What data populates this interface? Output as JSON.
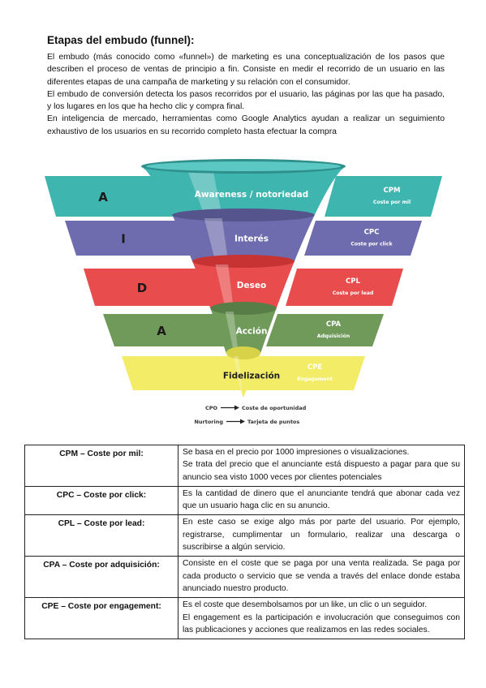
{
  "intro": {
    "title": "Etapas del embudo (funnel):",
    "paragraphs": [
      "El embudo (más conocido como «funnel») de marketing es una conceptualización de los pasos que describen el proceso de ventas de principio a fin. Consiste en medir el recorrido de un usuario en las diferentes etapas de una campaña de marketing y su relación con el consumidor.",
      "El embudo de conversión detecta los pasos recorridos por el usuario, las páginas por las que ha pasado, y los lugares en los que ha hecho clic y compra final.",
      "En inteligencia de mercado, herramientas como Google Analytics ayudan a realizar un seguimiento exhaustivo de los usuarios en su recorrido completo hasta efectuar la compra"
    ]
  },
  "funnel": {
    "stages": [
      {
        "letter": "A",
        "label": "Awareness / notoriedad",
        "metric": "CPM",
        "metric_desc": "Coste por mil",
        "color": "#3fb5b0",
        "dark": "#2e8f8b"
      },
      {
        "letter": "I",
        "label": "Interés",
        "metric": "CPC",
        "metric_desc": "Coste por click",
        "color": "#6e6cae",
        "dark": "#55548c"
      },
      {
        "letter": "D",
        "label": "Deseo",
        "metric": "CPL",
        "metric_desc": "Coste por lead",
        "color": "#e84c4c",
        "dark": "#c73333"
      },
      {
        "letter": "A",
        "label": "Acción",
        "metric": "CPA",
        "metric_desc": "Adquisición",
        "color": "#6f9a5a",
        "dark": "#587d46"
      },
      {
        "letter": "",
        "label": "Fidelización",
        "metric": "CPE",
        "metric_desc": "Engagement",
        "color": "#f2ec66",
        "dark": "#d8d248"
      }
    ],
    "legend": [
      {
        "key": "CPO",
        "value": "Coste de oportunidad"
      },
      {
        "key": "Nurtoring",
        "value": "Tarjeta de puntos"
      }
    ]
  },
  "glossary": [
    {
      "term": "CPM – Coste por mil:",
      "lines": [
        "Se basa en el precio por 1000 impresiones o visualizaciones.",
        "Se trata del precio que el anunciante está dispuesto a pagar para que su anuncio sea visto 1000 veces por clientes potenciales"
      ]
    },
    {
      "term": "CPC – Coste por click:",
      "lines": [
        "Es la cantidad de dinero que el anunciante tendrá que abonar cada vez que un usuario haga clic en su anuncio."
      ]
    },
    {
      "term": "CPL – Coste por lead:",
      "lines": [
        "En este caso se exige algo más por parte del usuario. Por ejemplo, registrarse, cumplimentar un formulario, realizar una descarga o suscribirse a algún servicio."
      ]
    },
    {
      "term": "CPA – Coste por adquisición:",
      "lines": [
        "Consiste en el coste que se paga por una venta realizada. Se paga por cada producto o servicio que se venda a través del enlace donde estaba anunciado nuestro producto."
      ]
    },
    {
      "term": "CPE – Coste por engagement:",
      "lines": [
        "Es el coste que desembolsamos por un like, un clic o un seguidor.",
        "El engagement es la participación e involucración que conseguimos con las publicaciones y acciones que realizamos en las redes sociales."
      ]
    }
  ]
}
